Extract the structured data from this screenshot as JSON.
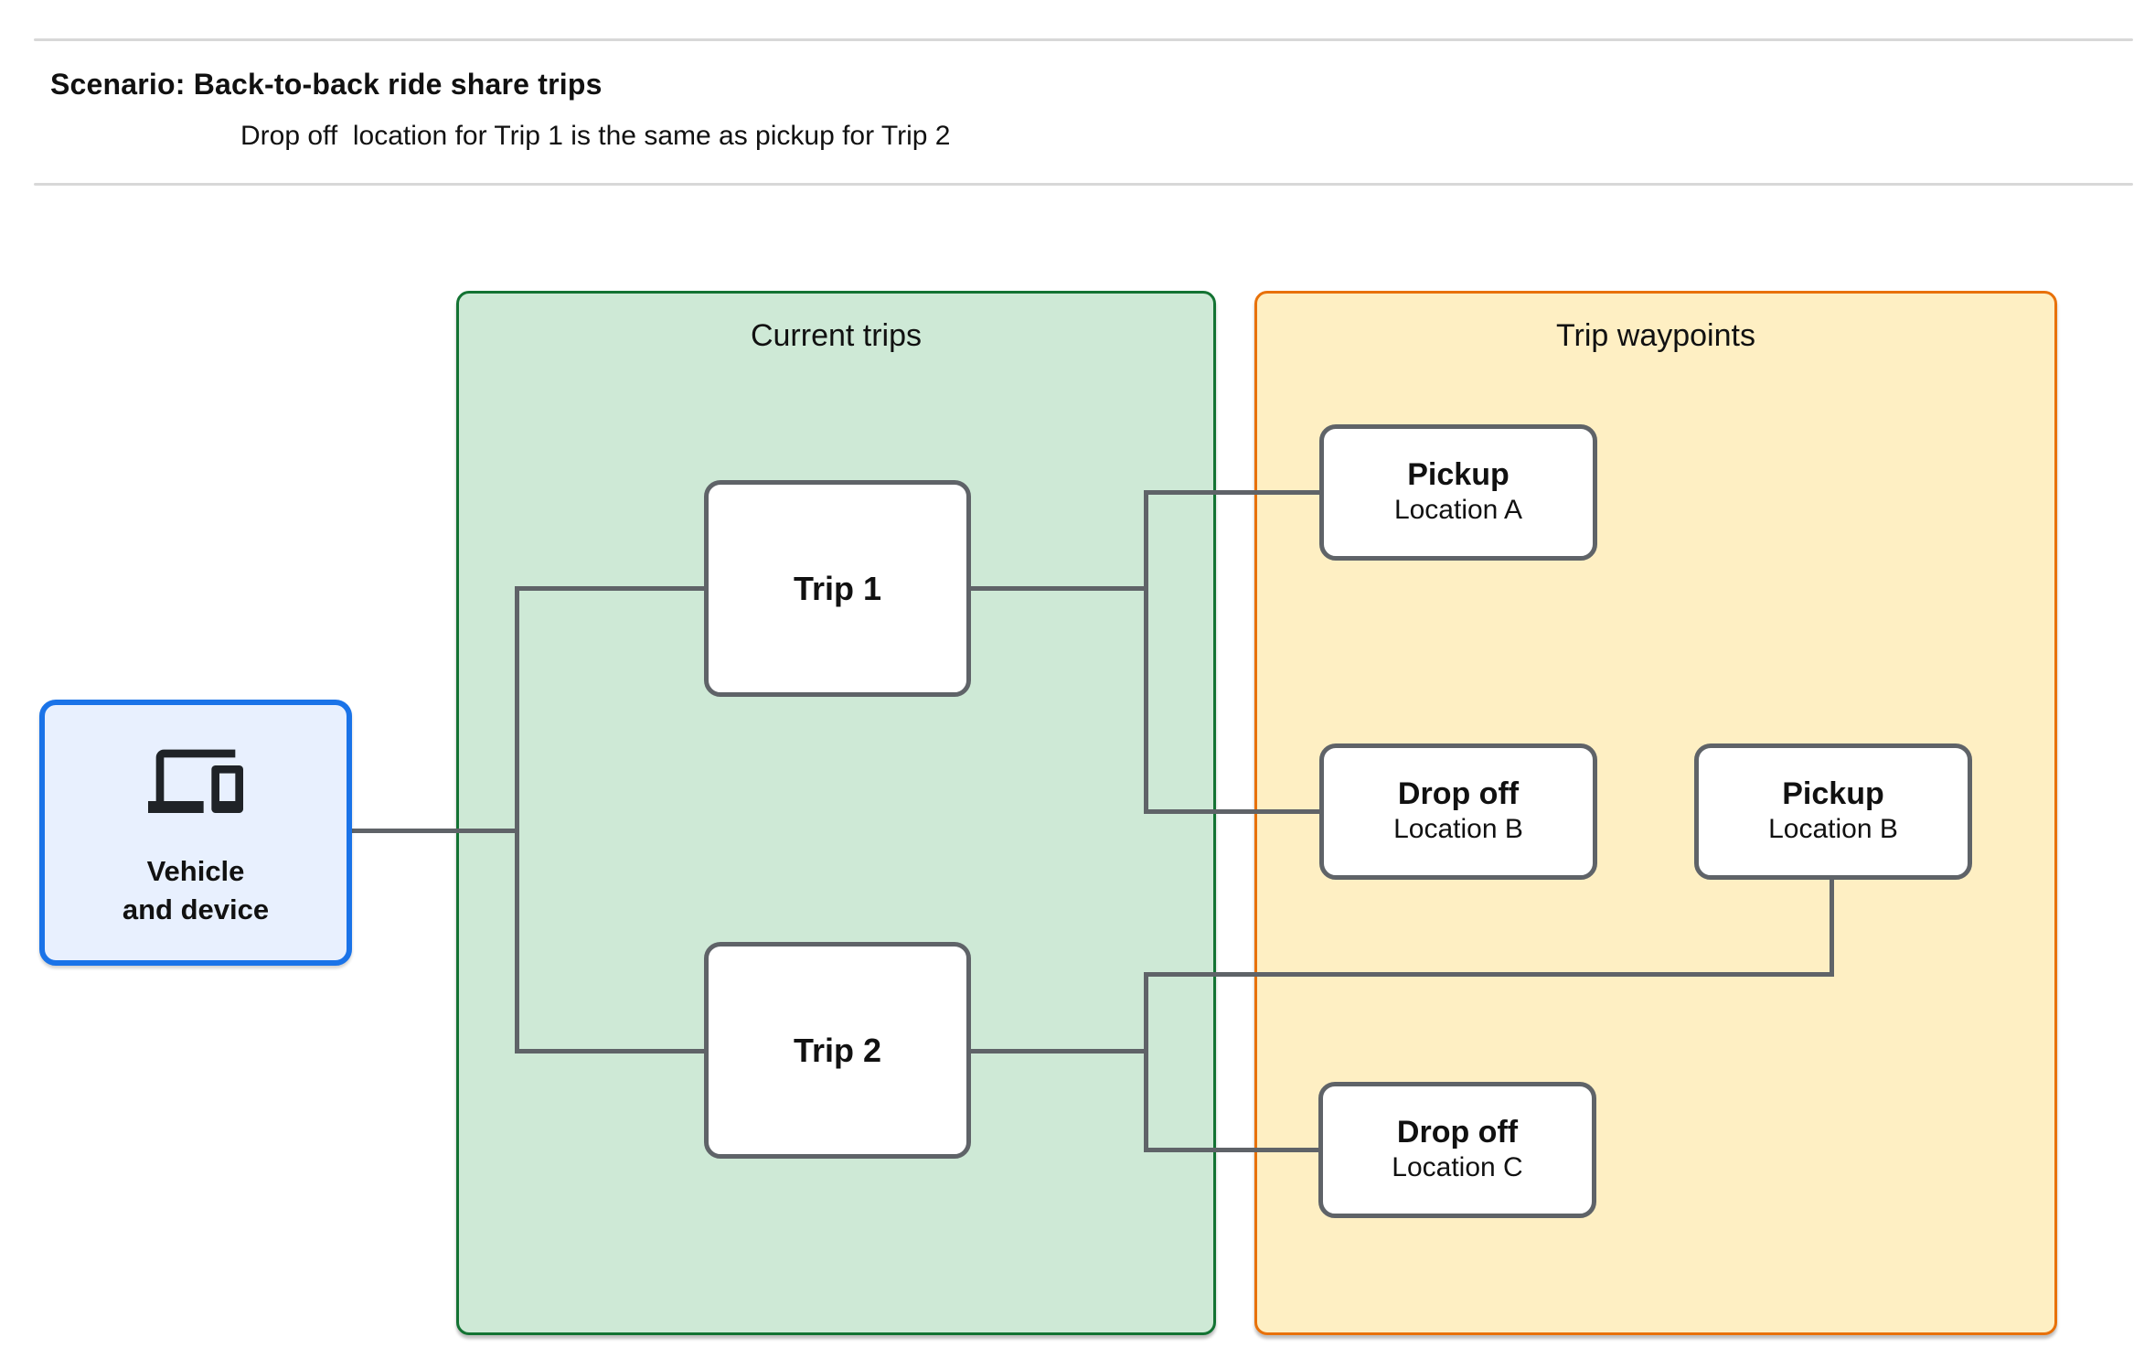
{
  "header": {
    "title": "Scenario: Back-to-back ride share trips",
    "subtitle": "Drop off  location for Trip 1 is the same as pickup for Trip 2"
  },
  "vehicle": {
    "icon": "devices-laptop-and-phone",
    "lines": [
      "Vehicle",
      "and device"
    ]
  },
  "panels": {
    "current_trips": {
      "title": "Current trips"
    },
    "trip_waypoints": {
      "title": "Trip waypoints"
    }
  },
  "trips": [
    {
      "label": "Trip 1"
    },
    {
      "label": "Trip 2"
    }
  ],
  "waypoints": [
    {
      "type": "Pickup",
      "location": "Location A"
    },
    {
      "type": "Drop off",
      "location": "Location B"
    },
    {
      "type": "Pickup",
      "location": "Location B"
    },
    {
      "type": "Drop off",
      "location": "Location C"
    }
  ],
  "colors": {
    "vehicle_border": "#1A73E8",
    "vehicle_fill": "#E8F0FE",
    "current_trips_border": "#137333",
    "current_trips_fill": "#CEE9D6",
    "waypoints_border": "#E8710A",
    "waypoints_fill": "#FEEFC3",
    "node_border": "#5F6368",
    "connector": "#5F6368",
    "rule": "#D8D8D8"
  }
}
